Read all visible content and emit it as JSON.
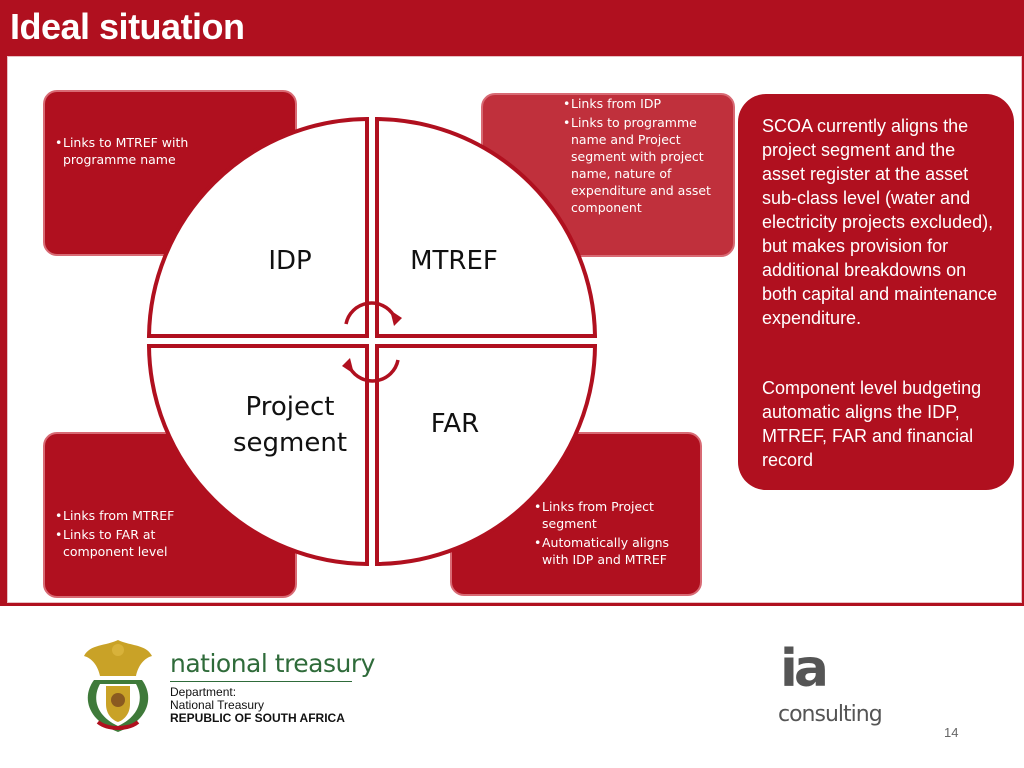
{
  "header": {
    "title": "Ideal situation"
  },
  "cards": {
    "top_left": {
      "items": [
        "Links to MTREF with programme name"
      ]
    },
    "top_right": {
      "items": [
        "Links from IDP",
        "Links to programme name and Project segment with project name, nature of expenditure and asset component"
      ]
    },
    "bottom_left": {
      "items": [
        "Links from MTREF",
        "Links to FAR at component level"
      ]
    },
    "bottom_right": {
      "items": [
        "Links from Project segment",
        "Automatically aligns with IDP and MTREF"
      ]
    }
  },
  "circle": {
    "q1": "IDP",
    "q2": "MTREF",
    "q3_line1": "Project",
    "q3_line2": "segment",
    "q4": "FAR"
  },
  "scoa": {
    "paragraph1": "SCOA currently aligns the project segment and the asset register at the asset sub-class level (water and electricity projects excluded), but makes provision for additional breakdowns on both capital and maintenance expenditure.",
    "paragraph2": "Component level budgeting automatic aligns the IDP, MTREF, FAR and financial record"
  },
  "footer": {
    "treasury_name": "national treasury",
    "dept_line1": "Department:",
    "dept_line2": "National Treasury",
    "dept_line3": "REPUBLIC OF SOUTH AFRICA",
    "ia_logo_text": "ia",
    "consulting_text": "consulting",
    "page_number": "14"
  },
  "colors": {
    "primary_red": "#b0101f",
    "treasury_green": "#2f6b3a",
    "ia_gray": "#555555"
  }
}
